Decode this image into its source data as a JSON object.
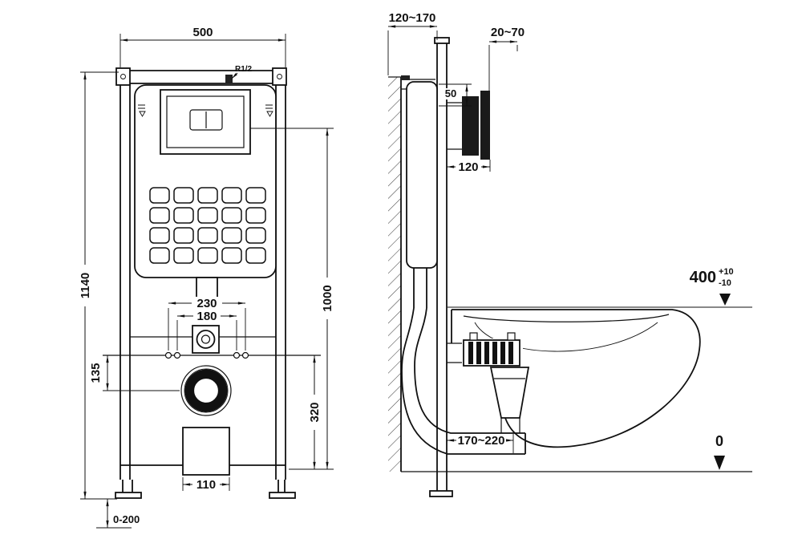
{
  "front_view": {
    "dim_width_top": "500",
    "dim_height_overall": "1140",
    "dim_height_right": "1000",
    "dim_fixing_outer": "230",
    "dim_fixing_inner": "180",
    "dim_inlet_drop": "135",
    "dim_drain_center_height": "320",
    "dim_duct_width": "110",
    "dim_foot_adjust": "0-200",
    "thread_label": "R1/2"
  },
  "side_view": {
    "dim_frame_depth": "120~170",
    "dim_plate_adjust": "20~70",
    "dim_top_gap": "50",
    "dim_plate_height": "120",
    "dim_rim_height": "400",
    "rim_tol_plus": "+10",
    "rim_tol_minus": "-10",
    "dim_drain_setout": "170~220",
    "floor_level": "0"
  }
}
